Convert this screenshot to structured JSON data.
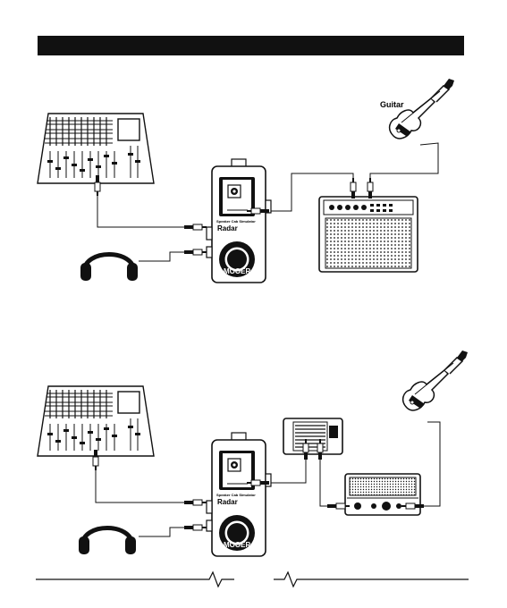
{
  "guitar_label": "Guitar",
  "pedal": {
    "brand": "MOOER",
    "name": "Radar",
    "subtitle": "Speaker Cab Simulator"
  },
  "colors": {
    "ink": "#111111",
    "bar": "#111111",
    "background": "#ffffff"
  },
  "icons": [
    "mixer-icon",
    "headphones-icon",
    "guitar-icon",
    "amp-combo-icon",
    "amp-head-icon",
    "pedal-icon"
  ]
}
